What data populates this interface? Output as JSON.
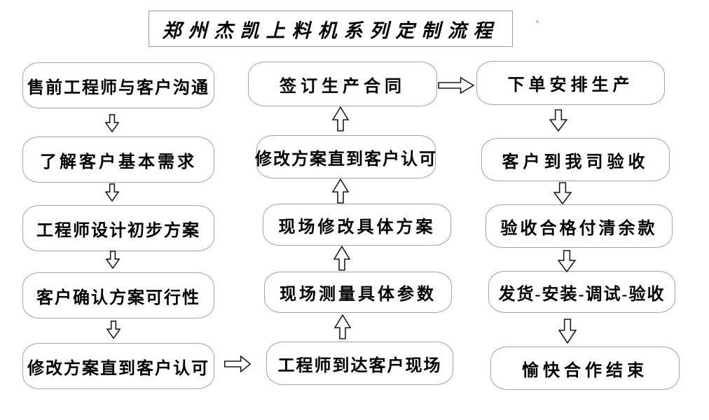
{
  "title": "郑州杰凯上料机系列定制流程",
  "flowchart": {
    "columns": [
      {
        "id": "left",
        "flow_direction": "down",
        "nodes": [
          "售前工程师与客户沟通",
          "了解客户基本需求",
          "工程师设计初步方案",
          "客户确认方案可行性",
          "修改方案直到客户认可"
        ]
      },
      {
        "id": "middle",
        "flow_direction": "up",
        "nodes": [
          "签订生产合同",
          "修改方案直到客户认可",
          "现场修改具体方案",
          "现场测量具体参数",
          "工程师到达客户现场"
        ]
      },
      {
        "id": "right",
        "flow_direction": "down",
        "nodes": [
          "下单安排生产",
          "客户到我司验收",
          "验收合格付清余款",
          "发货-安装-调试-验收",
          "愉快合作结束"
        ]
      }
    ],
    "edges": [
      {
        "from": "left-1",
        "to": "left-2",
        "direction": "down"
      },
      {
        "from": "left-2",
        "to": "left-3",
        "direction": "down"
      },
      {
        "from": "left-3",
        "to": "left-4",
        "direction": "down"
      },
      {
        "from": "left-4",
        "to": "left-5",
        "direction": "down"
      },
      {
        "from": "left-5",
        "to": "middle-5",
        "direction": "right"
      },
      {
        "from": "middle-5",
        "to": "middle-4",
        "direction": "up"
      },
      {
        "from": "middle-4",
        "to": "middle-3",
        "direction": "up"
      },
      {
        "from": "middle-3",
        "to": "middle-2",
        "direction": "up"
      },
      {
        "from": "middle-2",
        "to": "middle-1",
        "direction": "up"
      },
      {
        "from": "middle-1",
        "to": "right-1",
        "direction": "right"
      },
      {
        "from": "right-1",
        "to": "right-2",
        "direction": "down"
      },
      {
        "from": "right-2",
        "to": "right-3",
        "direction": "down"
      },
      {
        "from": "right-3",
        "to": "right-4",
        "direction": "down"
      },
      {
        "from": "right-4",
        "to": "right-5",
        "direction": "down"
      }
    ],
    "colors": {
      "box_border": "#a3a3a3",
      "arrow_stroke": "#1a1a1a",
      "text": "#000000",
      "background": "#ffffff"
    }
  }
}
